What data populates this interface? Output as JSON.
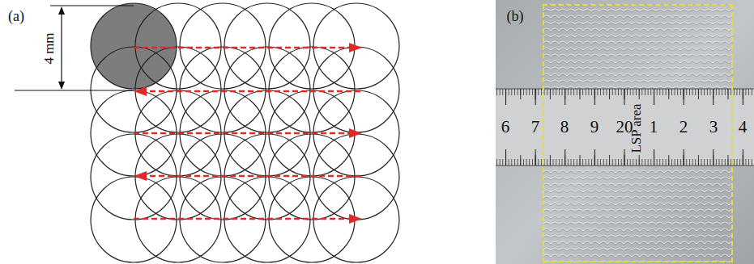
{
  "diagram": {
    "nodes": [
      {
        "text": [
          "LSP area"
        ]
      }
    ],
    "labels": [
      "(a)",
      "4 mm",
      "(b)",
      "6",
      "7",
      "8",
      "9",
      "20",
      "1",
      "2",
      "3",
      "4"
    ]
  }
}
